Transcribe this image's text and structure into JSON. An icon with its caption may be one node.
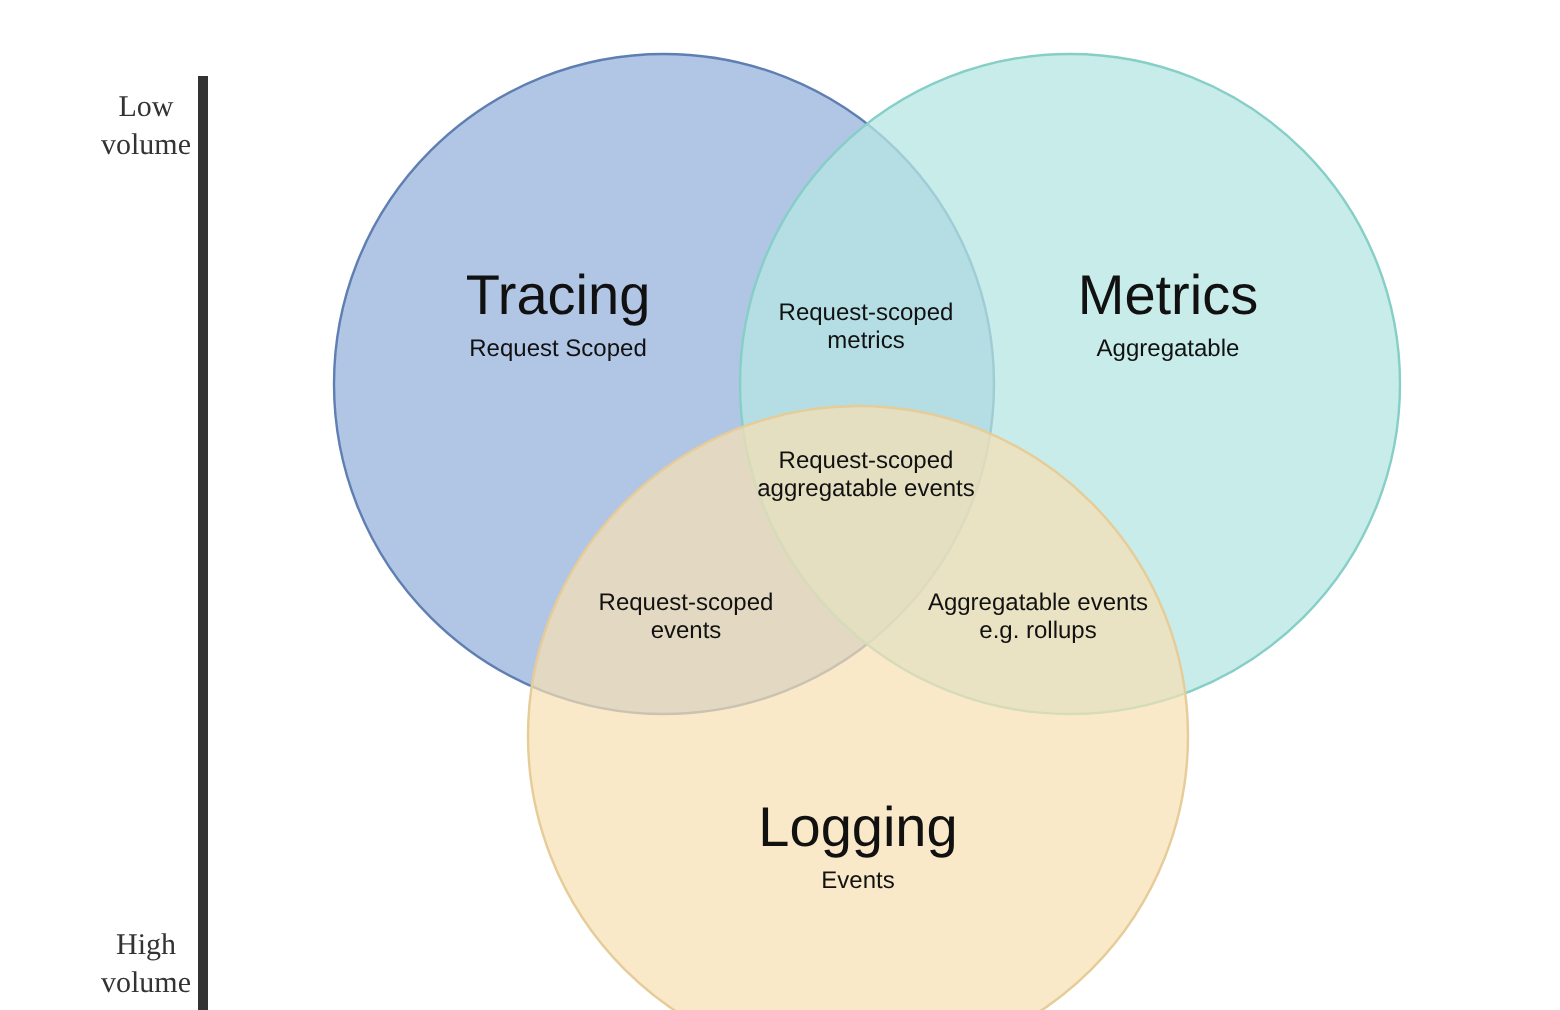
{
  "diagram": {
    "nodes": [
      {
        "text": [
          "Tracing",
          "Request Scoped"
        ]
      },
      {
        "text": [
          "Metrics",
          "Aggregatable"
        ]
      },
      {
        "text": [
          "Logging",
          "Events"
        ]
      }
    ],
    "labels": [
      "Low volume",
      "Request-scoped metrics",
      "Request-scoped aggregatable events",
      "Request-scoped events",
      "Aggregatable events e.g. rollups",
      "High volume"
    ]
  }
}
